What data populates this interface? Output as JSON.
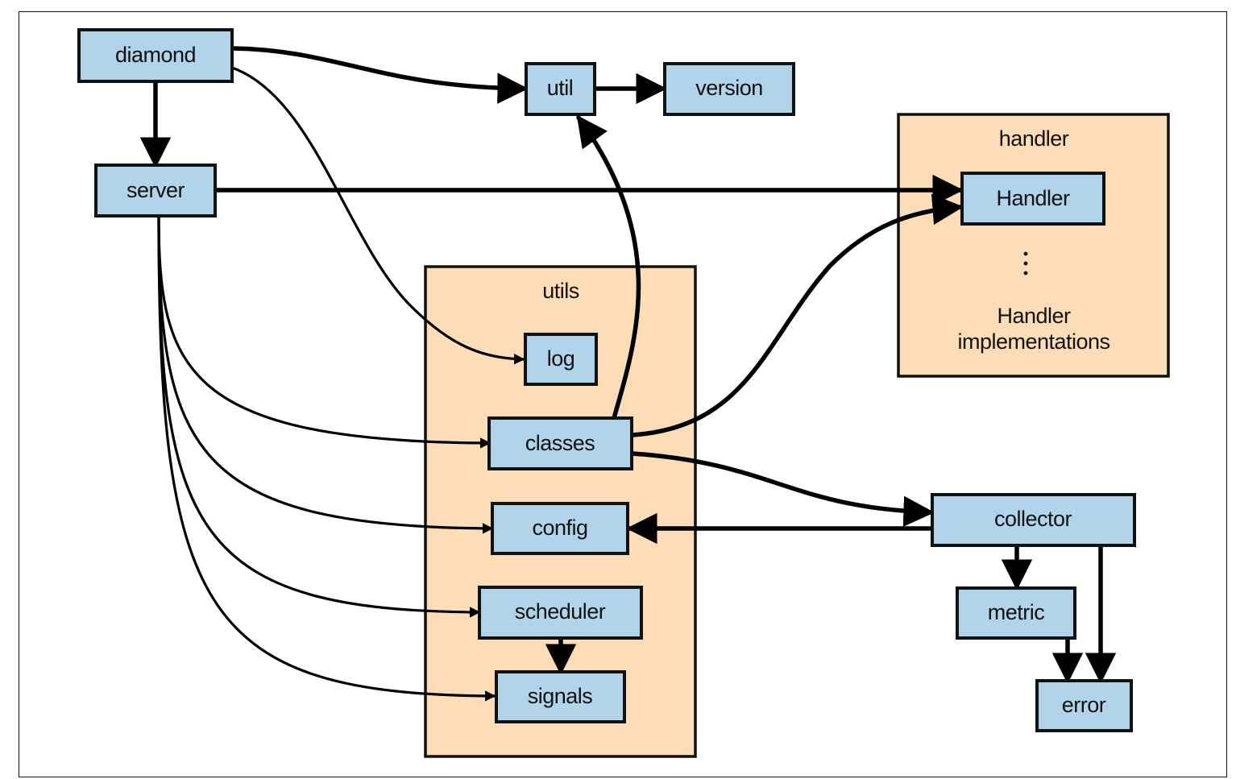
{
  "diagram": {
    "groups": {
      "utils": {
        "label": "utils"
      },
      "handler": {
        "label": "handler",
        "footer_line1": "Handler",
        "footer_line2": "implementations",
        "ellipsis": "⋮"
      }
    },
    "nodes": {
      "diamond": "diamond",
      "server": "server",
      "util": "util",
      "version": "version",
      "Handler": "Handler",
      "log": "log",
      "classes": "classes",
      "config": "config",
      "scheduler": "scheduler",
      "signals": "signals",
      "collector": "collector",
      "metric": "metric",
      "error": "error"
    },
    "edges": [
      {
        "from": "diamond",
        "to": "util"
      },
      {
        "from": "diamond",
        "to": "server"
      },
      {
        "from": "diamond",
        "to": "log"
      },
      {
        "from": "util",
        "to": "version"
      },
      {
        "from": "server",
        "to": "Handler"
      },
      {
        "from": "server",
        "to": "classes"
      },
      {
        "from": "server",
        "to": "config"
      },
      {
        "from": "server",
        "to": "scheduler"
      },
      {
        "from": "server",
        "to": "signals"
      },
      {
        "from": "classes",
        "to": "util"
      },
      {
        "from": "classes",
        "to": "Handler"
      },
      {
        "from": "classes",
        "to": "collector"
      },
      {
        "from": "collector",
        "to": "config"
      },
      {
        "from": "collector",
        "to": "metric"
      },
      {
        "from": "collector",
        "to": "error"
      },
      {
        "from": "metric",
        "to": "error"
      },
      {
        "from": "scheduler",
        "to": "signals"
      }
    ]
  }
}
